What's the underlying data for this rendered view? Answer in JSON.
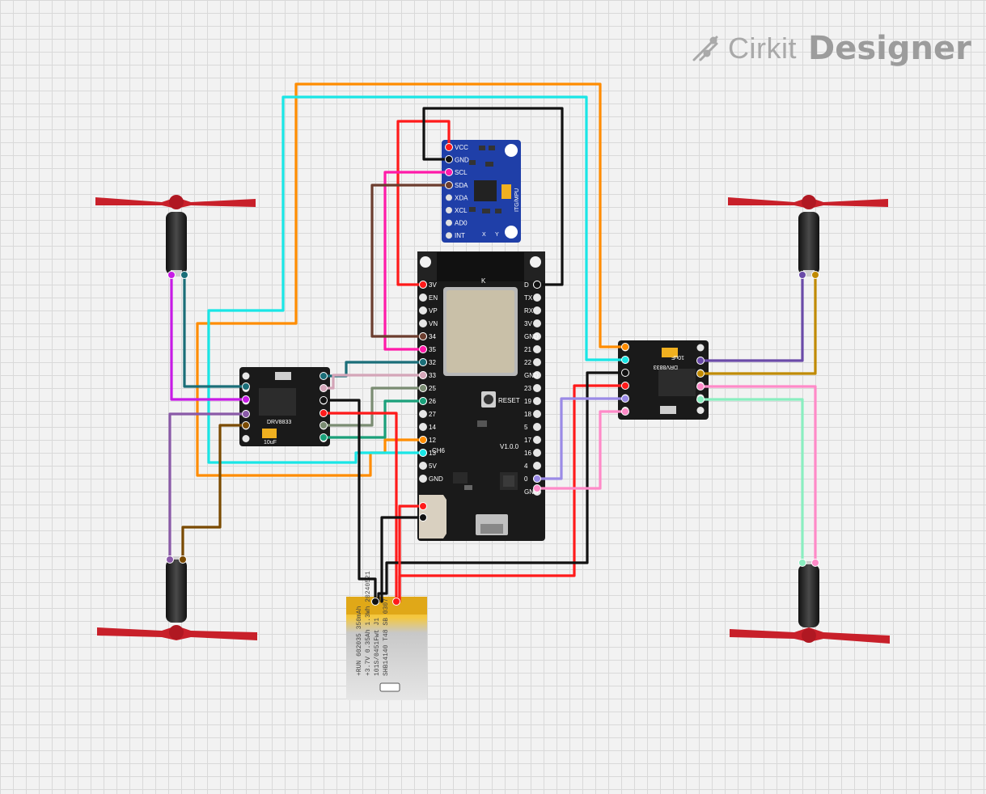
{
  "brand": {
    "cirkit": "Cirkit",
    "designer": "Designer"
  },
  "mpu": {
    "module_label": "ITG/MPU",
    "pins": [
      "VCC",
      "GND",
      "SCL",
      "SDA",
      "XDA",
      "XCL",
      "AD0",
      "INT"
    ],
    "axis_labels": [
      "X",
      "Y"
    ]
  },
  "esp32": {
    "version": "V1.0.0",
    "reset": "RESET",
    "left_pins": [
      "3V",
      "EN",
      "VP",
      "VN",
      "34",
      "35",
      "32",
      "33",
      "25",
      "26",
      "27",
      "14",
      "12",
      "13",
      "5V",
      "GND"
    ],
    "right_pins": [
      "D",
      "TX",
      "RX",
      "3V",
      "GND",
      "21",
      "22",
      "GND",
      "23",
      "19",
      "18",
      "5",
      "17",
      "16",
      "4",
      "0",
      "GND"
    ],
    "header_letters": [
      "K",
      "D"
    ],
    "chip_labels": [
      "CH6"
    ]
  },
  "drv_left": {
    "label": "DRV8833",
    "cap": "10uF"
  },
  "drv_right": {
    "label": "DRV8833",
    "cap": "10uF"
  },
  "battery": {
    "lines": [
      "+RUN 602035 350mAh",
      "+3.7V 0.35Ah 1.3Wh 20240521",
      "101S/0451Fwt J1",
      "SHB14140 T48 SB 0307"
    ]
  },
  "colors": {
    "red": "#ff1a1a",
    "black": "#111111",
    "orange": "#ff8c00",
    "cyan": "#19e6e6",
    "pink": "#ff1aa8",
    "brown": "#6b3d2e",
    "teal": "#1a6e78",
    "magenta": "#c71ae6",
    "purple": "#8a5aa8",
    "olive": "#7a4a00",
    "mauve": "#d4a5b8",
    "gray_green": "#7a8c72",
    "green": "#1aa07a",
    "violet": "#9a8ae6",
    "light_pink": "#ff8ac8",
    "mint": "#8aeec0",
    "gold": "#c08a00",
    "lavender": "#a8a8ff",
    "board": "#1a1a1a",
    "mpu_board": "#1f3fa8",
    "propeller": "#c8202a"
  }
}
